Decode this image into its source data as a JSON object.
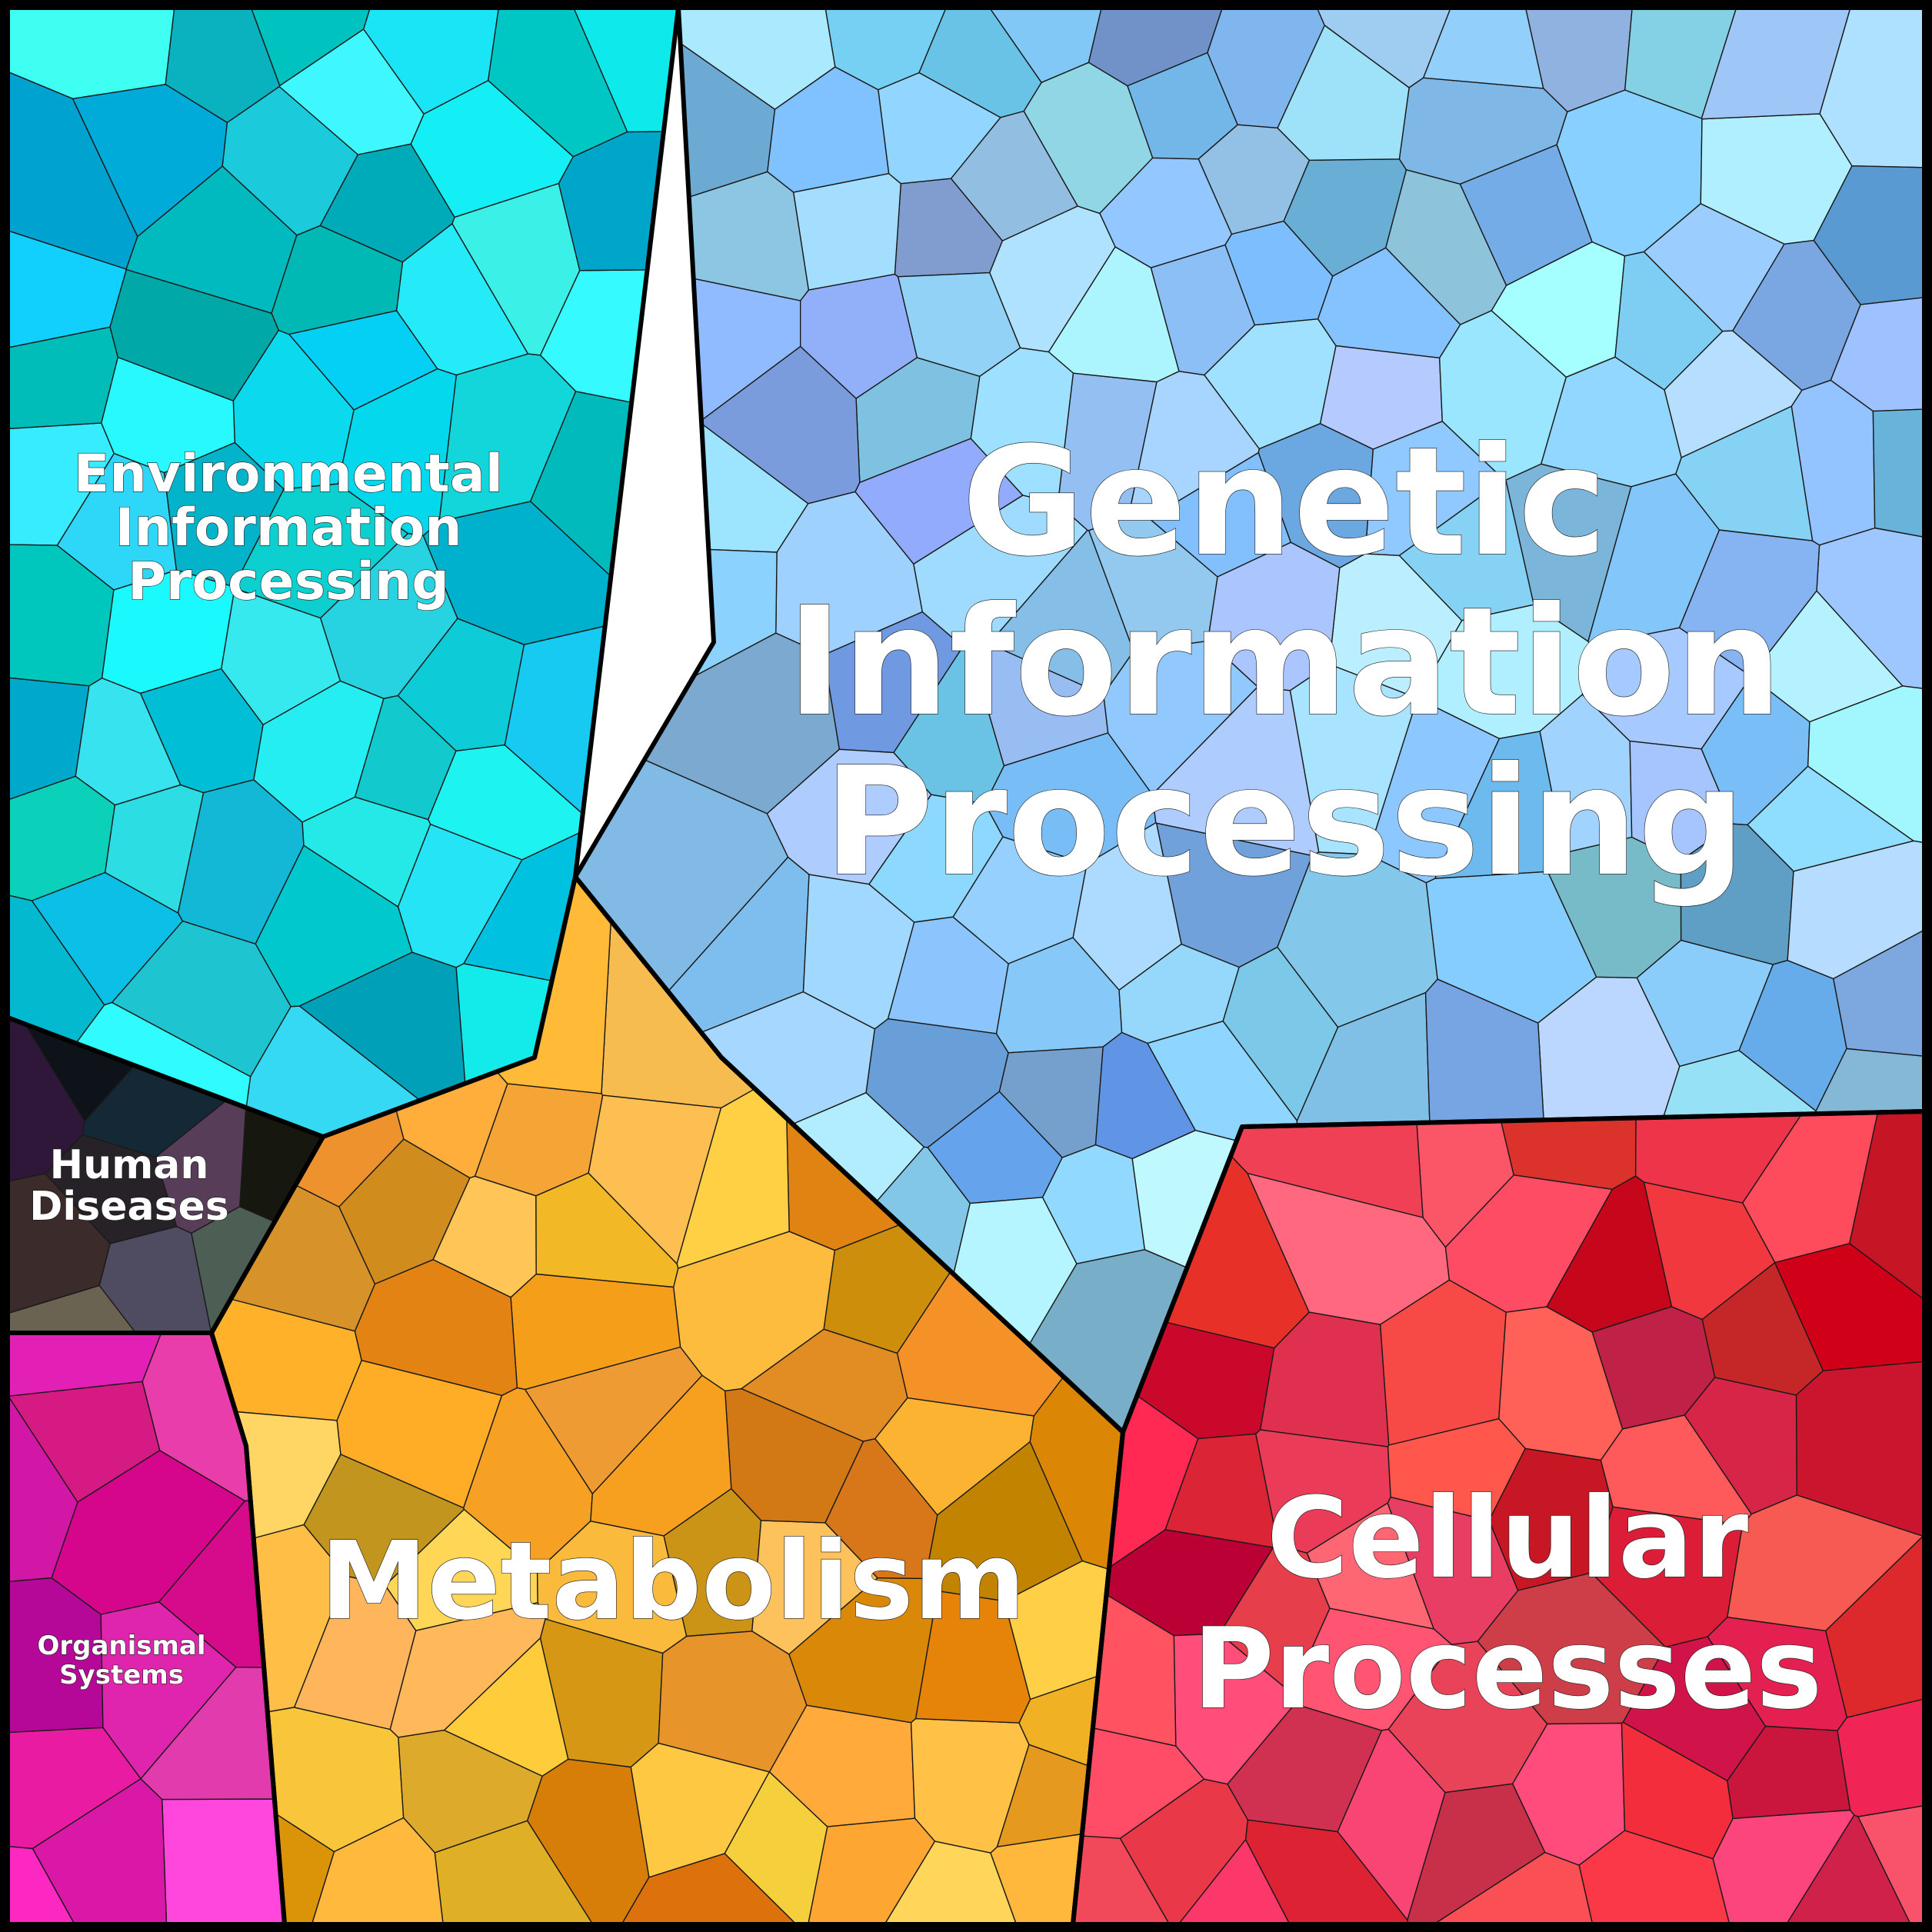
{
  "chart_data": {
    "type": "voronoi-treemap",
    "regions": [
      {
        "name": "Genetic Information Processing",
        "label_lines": [
          "Genetic",
          "Information",
          "Processing"
        ],
        "color": "#8ec8f8"
      },
      {
        "name": "Metabolism",
        "label_lines": [
          "Metabolism"
        ],
        "color": "#f0a830"
      },
      {
        "name": "Cellular Processes",
        "label_lines": [
          "Cellular",
          "Processes"
        ],
        "color": "#e8344c"
      },
      {
        "name": "Environmental Information Processing",
        "label_lines": [
          "Environmental",
          "Information",
          "Processing"
        ],
        "color": "#10d4e0"
      },
      {
        "name": "Human Diseases",
        "label_lines": [
          "Human",
          "Diseases"
        ],
        "color": "#3a3438"
      },
      {
        "name": "Organismal Systems",
        "label_lines": [
          "Organismal",
          "Systems"
        ],
        "color": "#e62aa8"
      }
    ]
  }
}
